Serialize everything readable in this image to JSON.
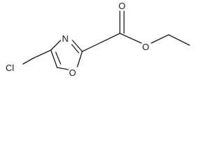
{
  "diagram": {
    "type": "skeletal-chemical-structure",
    "atom_labels": {
      "chlorine": "Cl",
      "ring_nitrogen": "N",
      "ring_oxygen": "O",
      "carbonyl_oxygen": "O",
      "ester_oxygen": "O"
    },
    "colors": {
      "bond": "#1a1a1a",
      "text": "#1a1a1a",
      "background": "#ffffff"
    }
  }
}
